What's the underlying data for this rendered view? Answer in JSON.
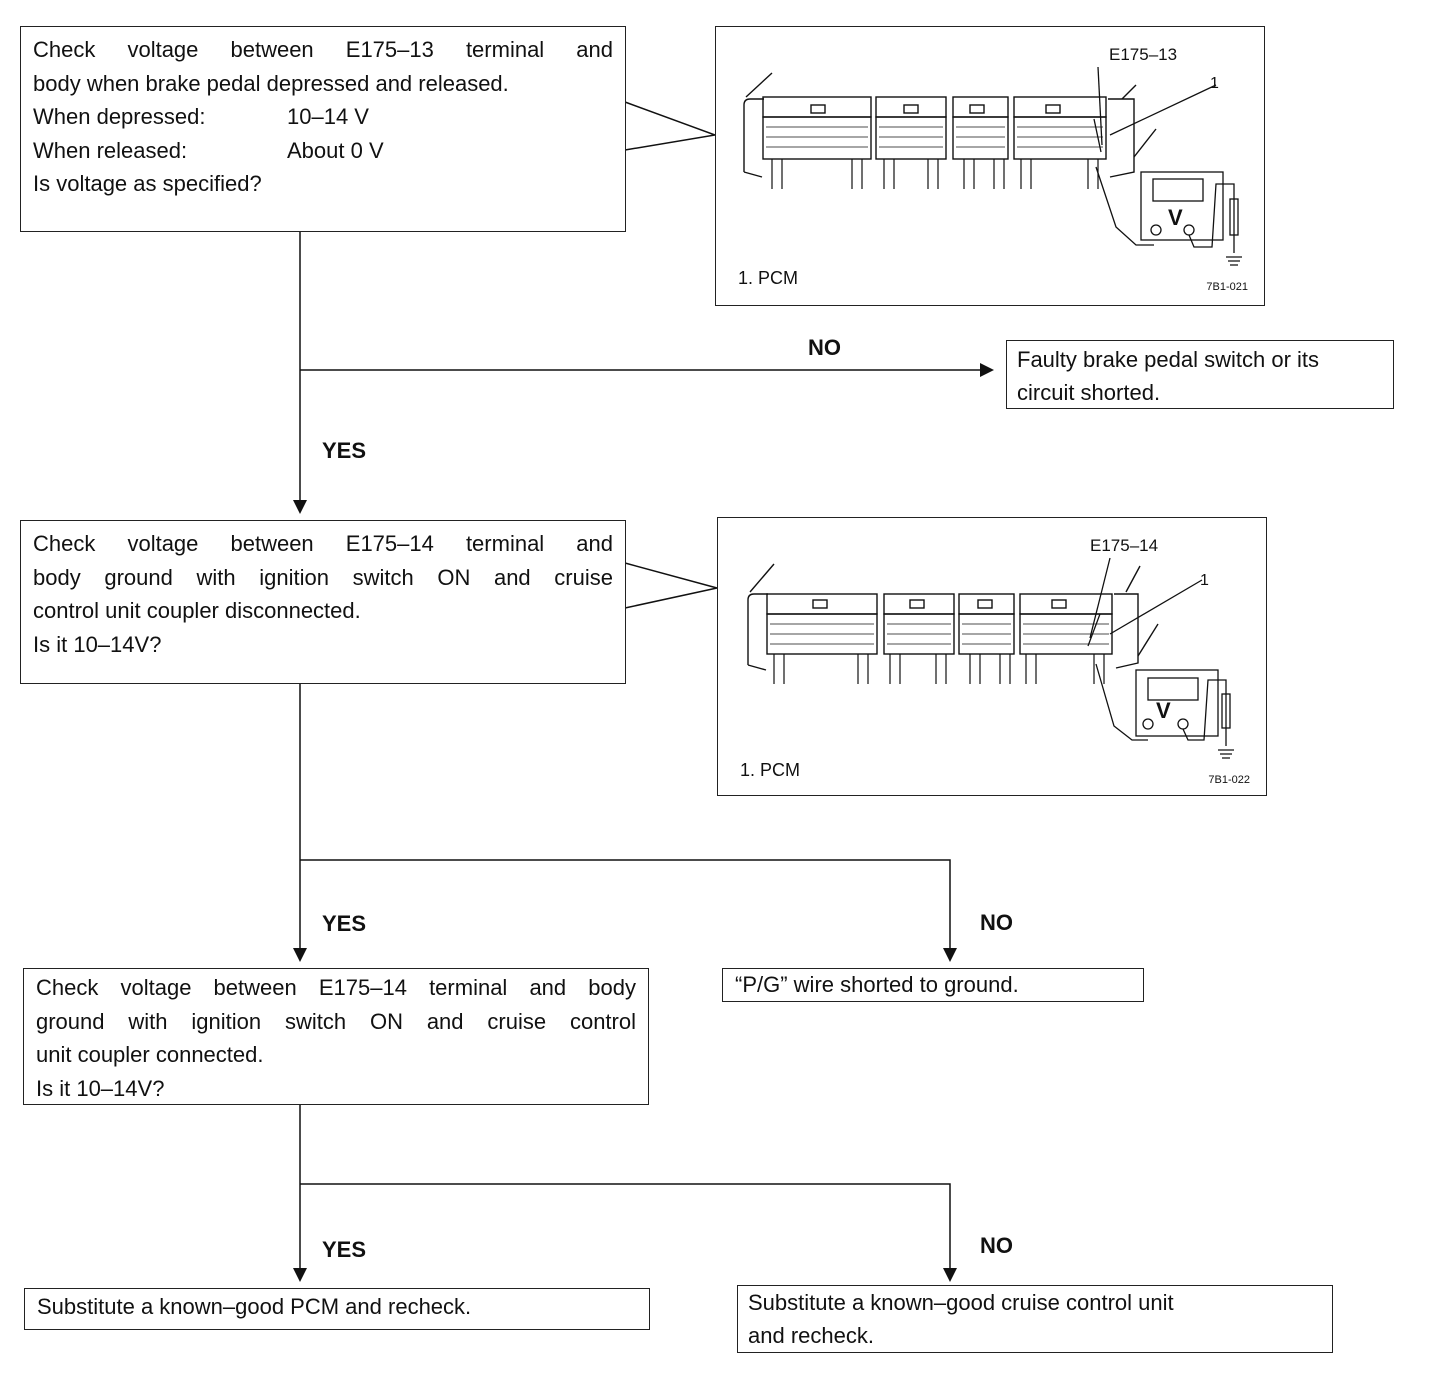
{
  "steps": {
    "step1": {
      "lines": [
        "Check voltage between E175–13 terminal and",
        "body when brake pedal depressed and released."
      ],
      "depressed_label": "When depressed:",
      "depressed_value": "10–14 V",
      "released_label": "When released:",
      "released_value": "About 0 V",
      "question": "Is voltage as specified?"
    },
    "step2": {
      "lines": [
        "Check voltage between E175–14 terminal and",
        "body ground with ignition switch ON and cruise",
        "control unit coupler disconnected.",
        "Is it 10–14V?"
      ]
    },
    "step3": {
      "lines": [
        "Check voltage between E175–14 terminal and body",
        "ground with ignition switch ON and cruise control",
        "unit coupler connected.",
        "Is it 10–14V?"
      ]
    }
  },
  "results": {
    "r1": [
      "Faulty brake pedal switch or its",
      "circuit shorted."
    ],
    "r2": [
      "“P/G” wire shorted to ground."
    ],
    "r3": [
      "Substitute a known–good PCM and recheck."
    ],
    "r4": [
      "Substitute a known–good cruise control unit",
      "and recheck."
    ]
  },
  "labels": {
    "yes": "YES",
    "no": "NO"
  },
  "figures": {
    "fig1": {
      "terminal": "E175–13",
      "callout": "1",
      "caption": "1.  PCM",
      "code": "7B1-021",
      "meter": "V"
    },
    "fig2": {
      "terminal": "E175–14",
      "callout": "1",
      "caption": "1.  PCM",
      "code": "7B1-022",
      "meter": "V"
    }
  }
}
